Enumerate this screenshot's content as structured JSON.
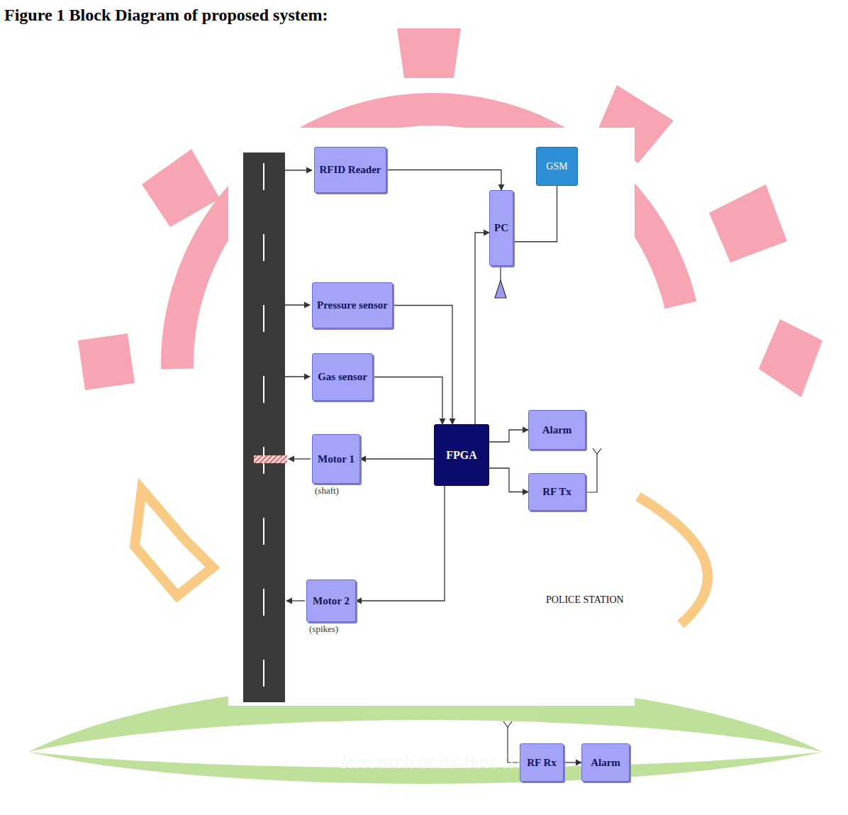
{
  "diagram": {
    "title": "Figure 1 Block Diagram of proposed system:",
    "nodes": [
      {
        "text": [
          "RFID Reader"
        ]
      },
      {
        "text": [
          "GSM"
        ]
      },
      {
        "text": [
          "PC"
        ]
      },
      {
        "text": [
          "Pressure sensor"
        ]
      },
      {
        "text": [
          "Gas sensor"
        ]
      },
      {
        "text": [
          "Alarm"
        ]
      },
      {
        "text": [
          "Motor 1",
          "(shaft)"
        ]
      },
      {
        "text": [
          "FPGA"
        ]
      },
      {
        "text": [
          "RF Tx"
        ]
      },
      {
        "text": [
          "Motor 2",
          "(spikes)"
        ]
      },
      {
        "text": [
          "RF Rx"
        ]
      },
      {
        "text": [
          "Alarm"
        ]
      }
    ],
    "edges": [
      {
        "from": 0,
        "to": 2,
        "arrow": "to"
      },
      {
        "from": 2,
        "to": 1,
        "arrow": "none"
      },
      {
        "from": 3,
        "to": 7,
        "arrow": "to"
      },
      {
        "from": 4,
        "to": 7,
        "arrow": "to"
      },
      {
        "from": 7,
        "to": 2,
        "arrow": "to"
      },
      {
        "from": 7,
        "to": 6,
        "arrow": "to"
      },
      {
        "from": 7,
        "to": 5,
        "arrow": "to"
      },
      {
        "from": 7,
        "to": 8,
        "arrow": "to"
      },
      {
        "from": 7,
        "to": 9,
        "arrow": "to"
      },
      {
        "from": 10,
        "to": 11,
        "arrow": "to"
      }
    ],
    "labels": [
      "POLICE STATION",
      "Research at its Best !!!"
    ]
  }
}
